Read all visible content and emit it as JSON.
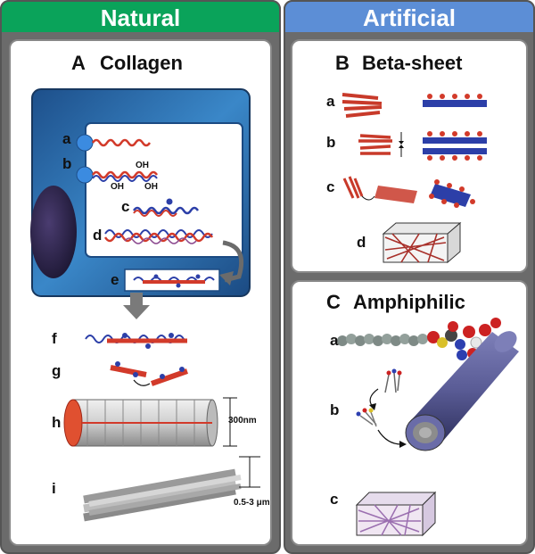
{
  "headers": {
    "natural": "Natural",
    "artificial": "Artificial"
  },
  "colors": {
    "natural_header": "#0aa35a",
    "artificial_header": "#5c8ed6",
    "cell_blue": "#2f6fb0",
    "panel_grey": "#6b6b6b",
    "helix_red": "#d23a2a",
    "helix_blue": "#2c3fa8"
  },
  "collagen": {
    "letter": "A",
    "title": "Collagen",
    "steps": [
      "a",
      "b",
      "c",
      "d",
      "e",
      "f",
      "g",
      "h",
      "i"
    ],
    "hydroxyl": "OH",
    "dim_fibril": "300nm",
    "dim_fiber": "0.5-3 μm"
  },
  "beta_sheet": {
    "letter": "B",
    "title": "Beta-sheet",
    "steps": [
      "a",
      "b",
      "c",
      "d"
    ]
  },
  "amphiphilic": {
    "letter": "C",
    "title": "Amphiphilic",
    "steps": [
      "a",
      "b",
      "c"
    ]
  }
}
